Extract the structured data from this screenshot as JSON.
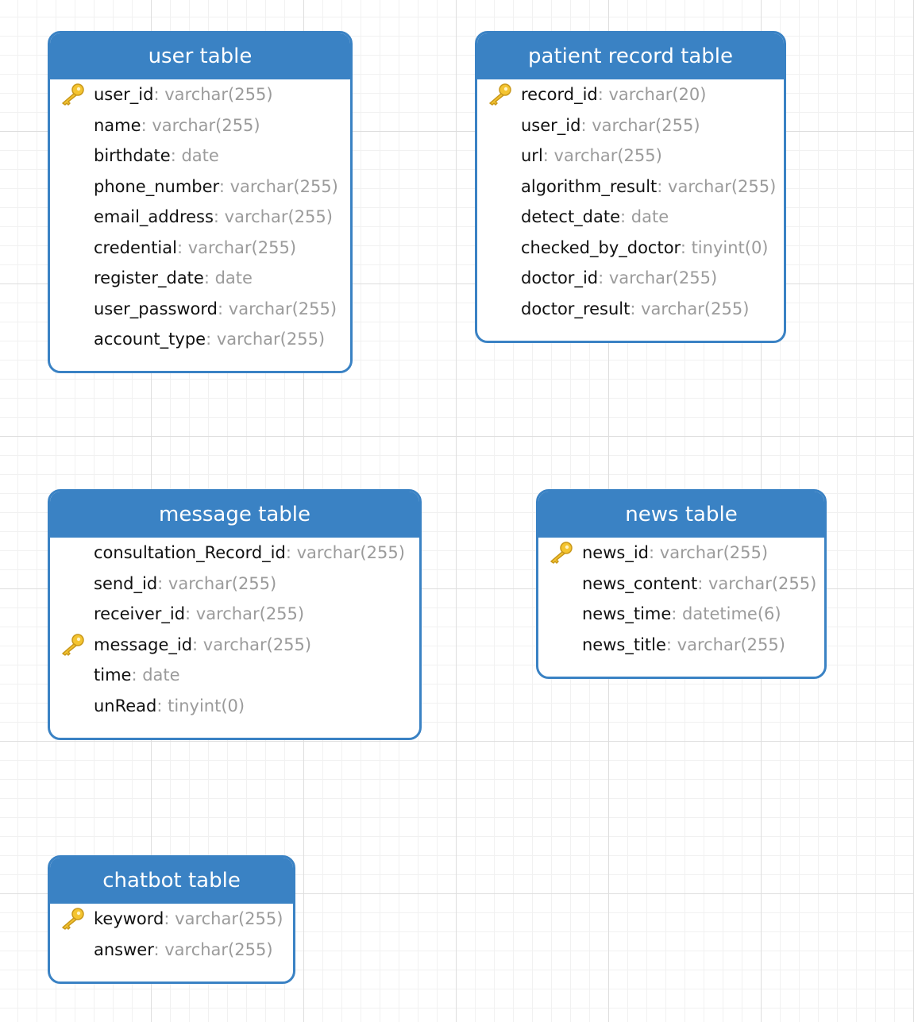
{
  "tables": {
    "user": {
      "title": "user table",
      "fields": [
        {
          "name": "user_id",
          "type": ": varchar(255)",
          "key": true
        },
        {
          "name": "name",
          "type": ": varchar(255)",
          "key": false
        },
        {
          "name": "birthdate",
          "type": ": date",
          "key": false
        },
        {
          "name": "phone_number",
          "type": ": varchar(255)",
          "key": false
        },
        {
          "name": "email_address",
          "type": ": varchar(255)",
          "key": false
        },
        {
          "name": "credential",
          "type": ": varchar(255)",
          "key": false
        },
        {
          "name": "register_date",
          "type": ": date",
          "key": false
        },
        {
          "name": "user_password",
          "type": ": varchar(255)",
          "key": false
        },
        {
          "name": "account_type",
          "type": ": varchar(255)",
          "key": false
        }
      ]
    },
    "patient_record": {
      "title": "patient record table",
      "fields": [
        {
          "name": "record_id",
          "type": ": varchar(20)",
          "key": true
        },
        {
          "name": "user_id",
          "type": ": varchar(255)",
          "key": false
        },
        {
          "name": "url",
          "type": ": varchar(255)",
          "key": false
        },
        {
          "name": "algorithm_result",
          "type": ": varchar(255)",
          "key": false
        },
        {
          "name": "detect_date",
          "type": ": date",
          "key": false
        },
        {
          "name": "checked_by_doctor",
          "type": ": tinyint(0)",
          "key": false
        },
        {
          "name": "doctor_id",
          "type": ": varchar(255)",
          "key": false
        },
        {
          "name": "doctor_result",
          "type": ": varchar(255)",
          "key": false
        }
      ]
    },
    "message": {
      "title": "message table",
      "fields": [
        {
          "name": "consultation_Record_id",
          "type": ": varchar(255)",
          "key": false
        },
        {
          "name": "send_id",
          "type": ": varchar(255)",
          "key": false
        },
        {
          "name": "receiver_id",
          "type": ": varchar(255)",
          "key": false
        },
        {
          "name": "message_id",
          "type": ": varchar(255)",
          "key": true
        },
        {
          "name": "time",
          "type": ": date",
          "key": false
        },
        {
          "name": "unRead",
          "type": ": tinyint(0)",
          "key": false
        }
      ]
    },
    "news": {
      "title": "news table",
      "fields": [
        {
          "name": "news_id",
          "type": ": varchar(255)",
          "key": true
        },
        {
          "name": "news_content",
          "type": ": varchar(255)",
          "key": false
        },
        {
          "name": "news_time",
          "type": ": datetime(6)",
          "key": false
        },
        {
          "name": "news_title",
          "type": ": varchar(255)",
          "key": false
        }
      ]
    },
    "chatbot": {
      "title": "chatbot table",
      "fields": [
        {
          "name": "keyword",
          "type": ": varchar(255)",
          "key": true
        },
        {
          "name": "answer",
          "type": ": varchar(255)",
          "key": false
        }
      ]
    }
  },
  "colors": {
    "header": "#3a82c4",
    "border": "#3a82c4",
    "field_name": "#111111",
    "field_type": "#9b9b9b",
    "key": "#f4c430"
  },
  "icons": {
    "primary_key": "key-icon"
  }
}
